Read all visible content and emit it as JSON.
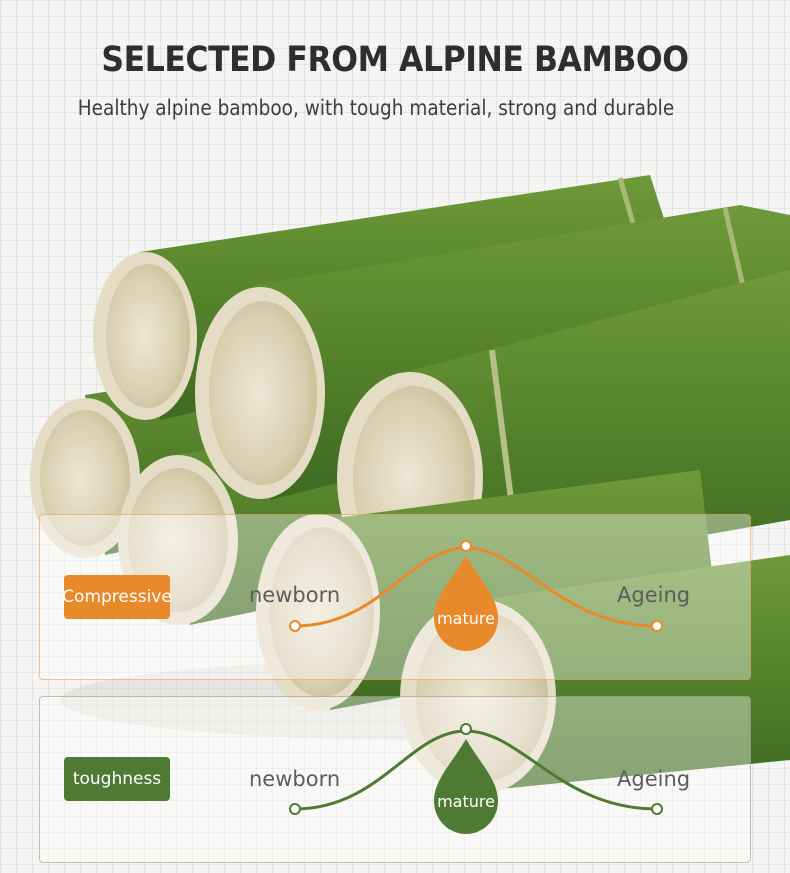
{
  "header": {
    "title": "SELECTED FROM ALPINE BAMBOO",
    "subtitle": "Healthy alpine bamboo, with tough material, strong and durable"
  },
  "colors": {
    "compressive_accent": "#e98a2a",
    "toughness_accent": "#4e7a34",
    "bamboo_green": "#5e8a30",
    "bamboo_inner": "#eae3cf"
  },
  "compressive": {
    "tag": "Compressive",
    "start_label": "newborn",
    "peak_label": "mature",
    "end_label": "Ageing",
    "icon": "water-drop-icon"
  },
  "toughness": {
    "tag": "toughness",
    "start_label": "newborn",
    "peak_label": "mature",
    "end_label": "Ageing",
    "icon": "water-drop-icon"
  }
}
